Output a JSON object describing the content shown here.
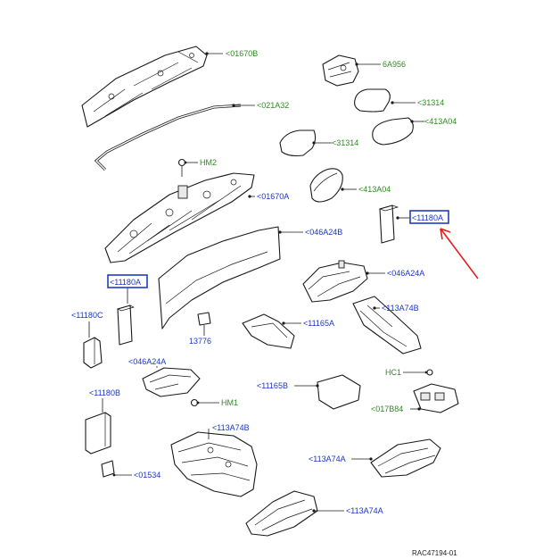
{
  "colors": {
    "green_label": "#2e8b22",
    "blue_label": "#1c35c8",
    "highlight_box": "#1f3fbf",
    "arrow": "#e02020"
  },
  "labels": {
    "l_01670B": "<01670B",
    "l_6A956": "6A956",
    "l_021A32": "<021A32",
    "l_31314_top": "<31314",
    "l_413A04_top": "<413A04",
    "l_31314_mid": "<31314",
    "l_HM2": "HM2",
    "l_413A04_mid": "<413A04",
    "l_01670A": "<01670A",
    "l_11180A_right": "<11180A",
    "l_046A24B": "<046A24B",
    "l_046A24A_right": "<046A24A",
    "l_11180A_left": "<11180A",
    "l_113A74B_right": "<113A74B",
    "l_11180C": "<11180C",
    "l_11165A": "<11165A",
    "l_13776": "13776",
    "l_046A24A_left": "<046A24A",
    "l_HC1": "HC1",
    "l_11165B": "<11165B",
    "l_HM1": "HM1",
    "l_11180B": "<11180B",
    "l_017B84": "<017B84",
    "l_113A74B_bottom": "<113A74B",
    "l_113A74A_mid": "<113A74A",
    "l_01534": "<01534",
    "l_113A74A_bottom": "<113A74A"
  },
  "reference_code": "RAC47194-01"
}
